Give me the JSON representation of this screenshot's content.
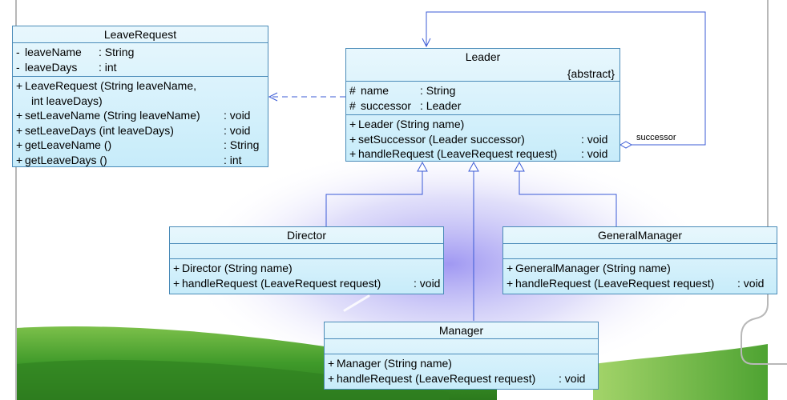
{
  "classes": {
    "leave_request": {
      "name": "LeaveRequest",
      "attributes": [
        {
          "vis": "-",
          "name": "leaveName",
          "type": ": String"
        },
        {
          "vis": "-",
          "name": "leaveDays",
          "type": ": int"
        }
      ],
      "operations": [
        {
          "vis": "+",
          "sig": "LeaveRequest (String leaveName,",
          "ret": ""
        },
        {
          "vis": "",
          "sig": "int leaveDays)",
          "ret": ""
        },
        {
          "vis": "+",
          "sig": "setLeaveName (String leaveName)",
          "ret": ": void"
        },
        {
          "vis": "+",
          "sig": "setLeaveDays (int leaveDays)",
          "ret": ": void"
        },
        {
          "vis": "+",
          "sig": "getLeaveName ()",
          "ret": ": String"
        },
        {
          "vis": "+",
          "sig": "getLeaveDays ()",
          "ret": ": int"
        }
      ]
    },
    "leader": {
      "name": "Leader",
      "stereotype": "{abstract}",
      "attributes": [
        {
          "vis": "#",
          "name": "name",
          "type": ": String"
        },
        {
          "vis": "#",
          "name": "successor",
          "type": ": Leader"
        }
      ],
      "operations": [
        {
          "vis": "+",
          "sig": "Leader (String name)",
          "ret": ""
        },
        {
          "vis": "+",
          "sig": "setSuccessor (Leader successor)",
          "ret": ": void"
        },
        {
          "vis": "+",
          "sig": "handleRequest (LeaveRequest request)",
          "ret": ": void"
        }
      ]
    },
    "director": {
      "name": "Director",
      "operations": [
        {
          "vis": "+",
          "sig": "Director (String name)",
          "ret": ""
        },
        {
          "vis": "+",
          "sig": "handleRequest (LeaveRequest request)",
          "ret": ": void"
        }
      ]
    },
    "general_manager": {
      "name": "GeneralManager",
      "operations": [
        {
          "vis": "+",
          "sig": "GeneralManager (String name)",
          "ret": ""
        },
        {
          "vis": "+",
          "sig": "handleRequest (LeaveRequest request)",
          "ret": ": void"
        }
      ]
    },
    "manager": {
      "name": "Manager",
      "operations": [
        {
          "vis": "+",
          "sig": "Manager (String name)",
          "ret": ""
        },
        {
          "vis": "+",
          "sig": "handleRequest (LeaveRequest request)",
          "ret": ": void"
        }
      ]
    }
  },
  "connectors": {
    "successor_role": "successor"
  },
  "colors": {
    "class_border": "#4a8bb8",
    "class_fill_top": "#e8f7fd",
    "class_fill_bottom": "#c7ecfa",
    "line": "#3b5bd6",
    "grass": "#3f9a2a"
  }
}
